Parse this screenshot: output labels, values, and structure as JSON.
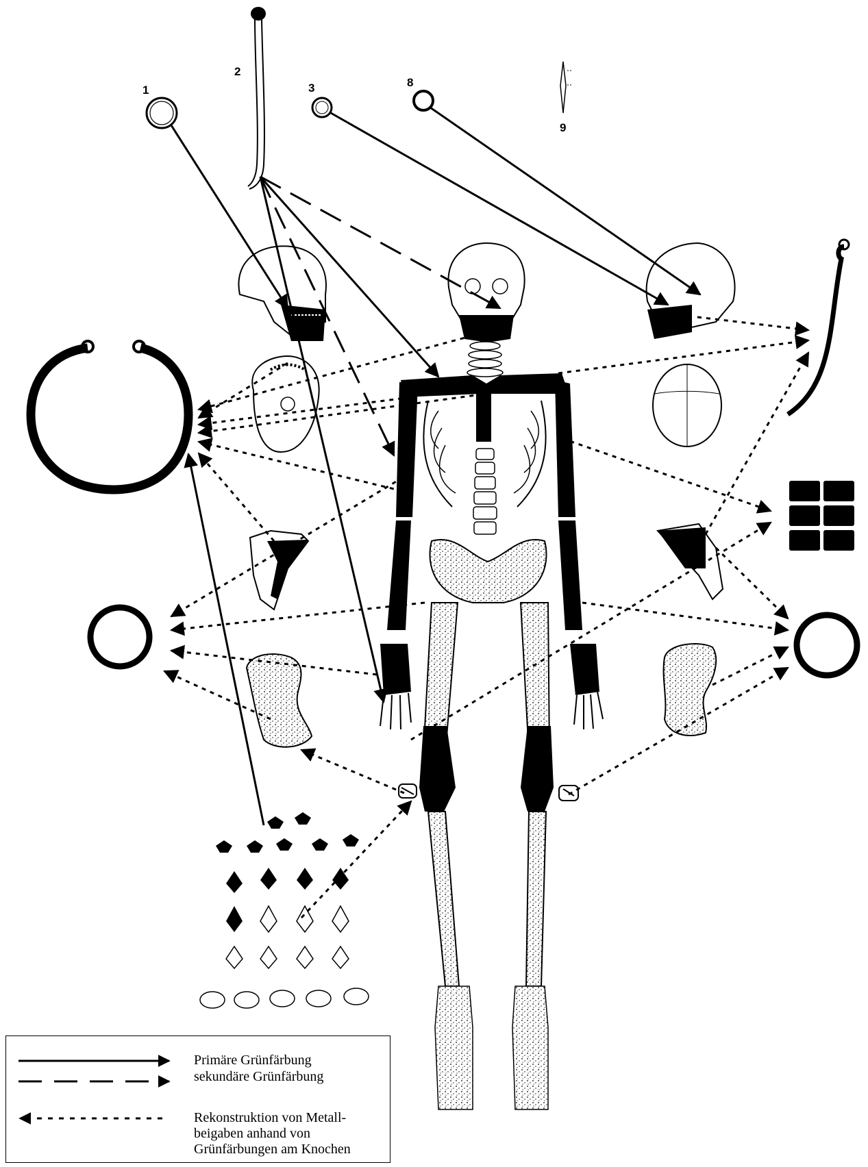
{
  "figure": {
    "object_labels": [
      "1",
      "2",
      "3",
      "8",
      "9"
    ]
  },
  "legend": {
    "primary": "Primäre Grünfärbung",
    "secondary": "sekundäre Grünfärbung",
    "reconstruction_line1": "Rekonstruktion von Metall-",
    "reconstruction_line2": "beigaben anhand von",
    "reconstruction_line3": "Grünfärbungen am Knochen"
  },
  "colors": {
    "ink": "#000000",
    "paper": "#ffffff",
    "stain": "#000000"
  }
}
